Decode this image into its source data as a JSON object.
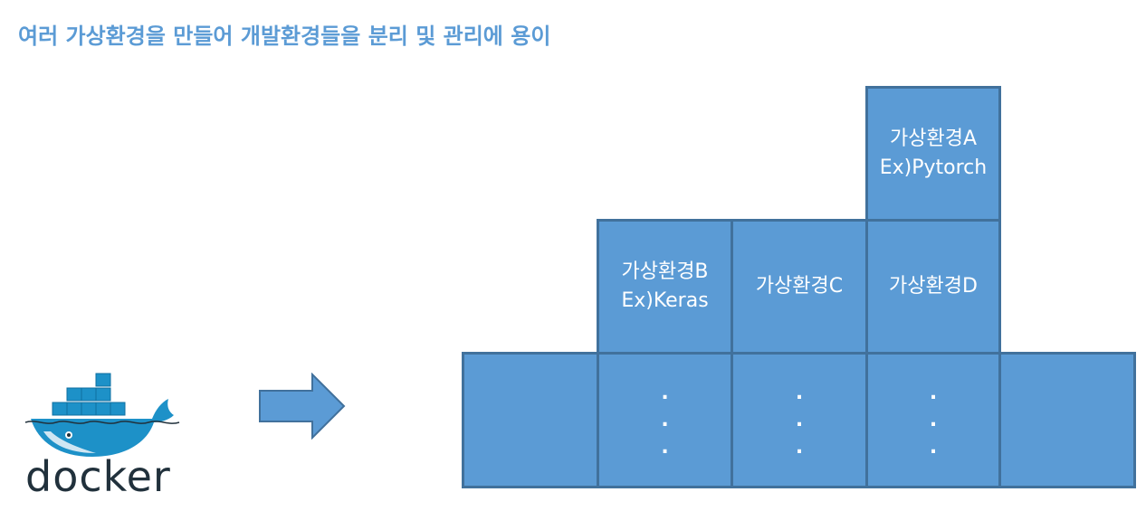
{
  "title": "여러 가상환경을 만들어 개발환경들을 분리 및 관리에 용이",
  "logo": {
    "text": "docker"
  },
  "colors": {
    "title": "#5b9bd5",
    "box_fill": "#5b9bd5",
    "box_border": "#41719c",
    "logo_whale": "#1d91c8",
    "logo_text": "#21313c"
  },
  "containers": {
    "a": {
      "name": "가상환경A",
      "example": "Ex)Pytorch"
    },
    "b": {
      "name": "가상환경B",
      "example": "Ex)Keras"
    },
    "c": {
      "name": "가상환경C"
    },
    "d": {
      "name": "가상환경D"
    }
  },
  "base_row": {
    "ellipsis": "."
  }
}
